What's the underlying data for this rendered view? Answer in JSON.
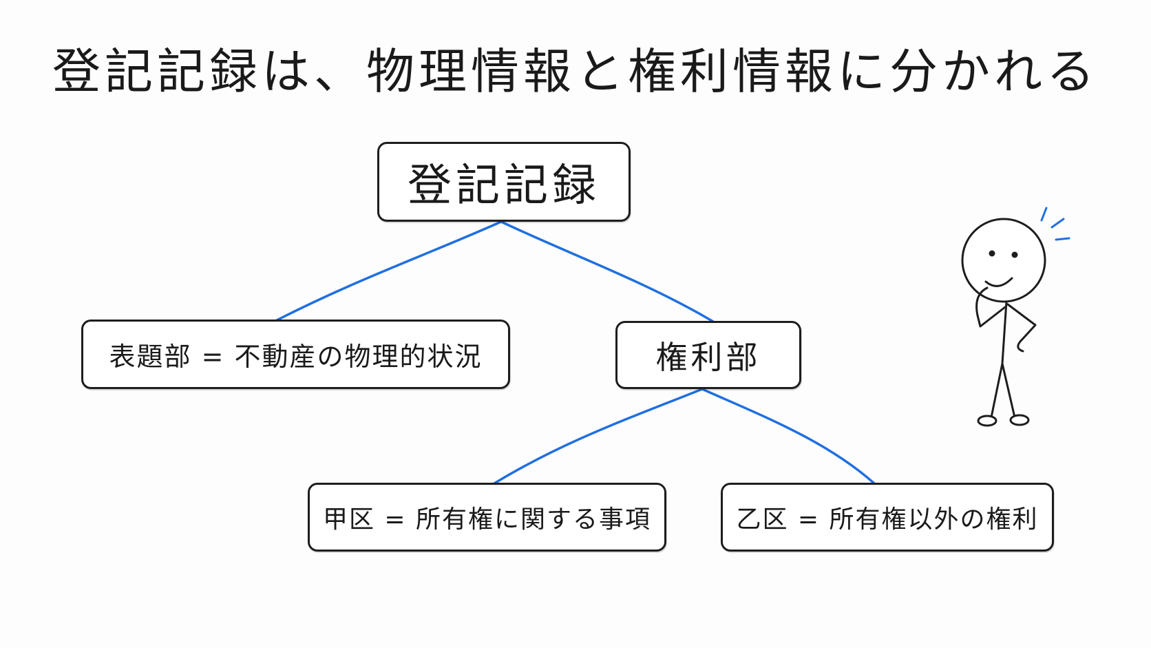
{
  "title": "登記記録は、物理情報と権利情報に分かれる",
  "diagram": {
    "root": "登記記録",
    "hyodaibu": "表題部 = 不動産の物理的状況",
    "kenribu": "権利部",
    "kouku": "甲区 = 所有権に関する事項",
    "otsuku": "乙区 = 所有権以外の権利"
  },
  "colors": {
    "connector": "#1f6fe0",
    "outline": "#1d1d1d",
    "background": "#fdfdfd"
  },
  "icons": {
    "character": "thinking-stick-figure-icon"
  }
}
